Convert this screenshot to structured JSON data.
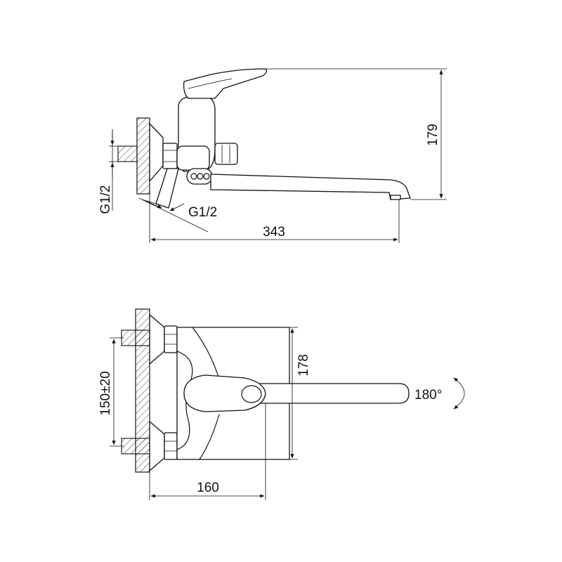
{
  "side_view": {
    "dim_width": "343",
    "dim_height": "179",
    "thread_vertical": "G1/2",
    "thread_diagonal": "G1/2"
  },
  "top_view": {
    "dim_spacing": "150±20",
    "dim_depth": "178",
    "dim_width": "160",
    "rotation": "180°"
  }
}
